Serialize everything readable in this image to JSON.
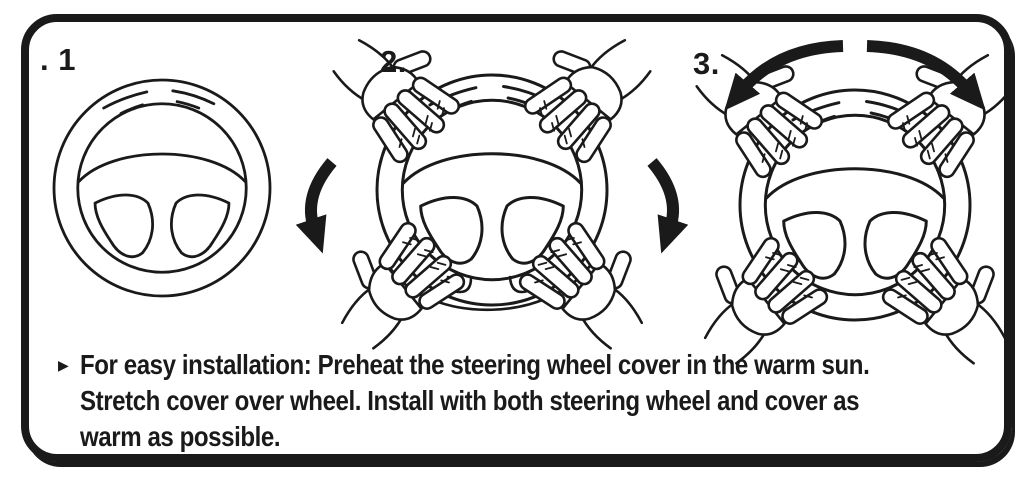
{
  "ink_color": "#1a1a1a",
  "background_color": "#ffffff",
  "steps": [
    {
      "label": ". 1",
      "illustration": "steering-wheel-cover"
    },
    {
      "label": "2.",
      "illustration": "hands-pulling-cover-down-over-wheel"
    },
    {
      "label": "3.",
      "illustration": "hands-stretching-cover-over-top-of-wheel"
    }
  ],
  "instruction": {
    "bullet": "▶",
    "lines": [
      "For easy installation: Preheat the steering wheel cover in the warm sun.",
      "Stretch cover over wheel. Install with both steering wheel and cover as",
      "warm as possible."
    ]
  }
}
